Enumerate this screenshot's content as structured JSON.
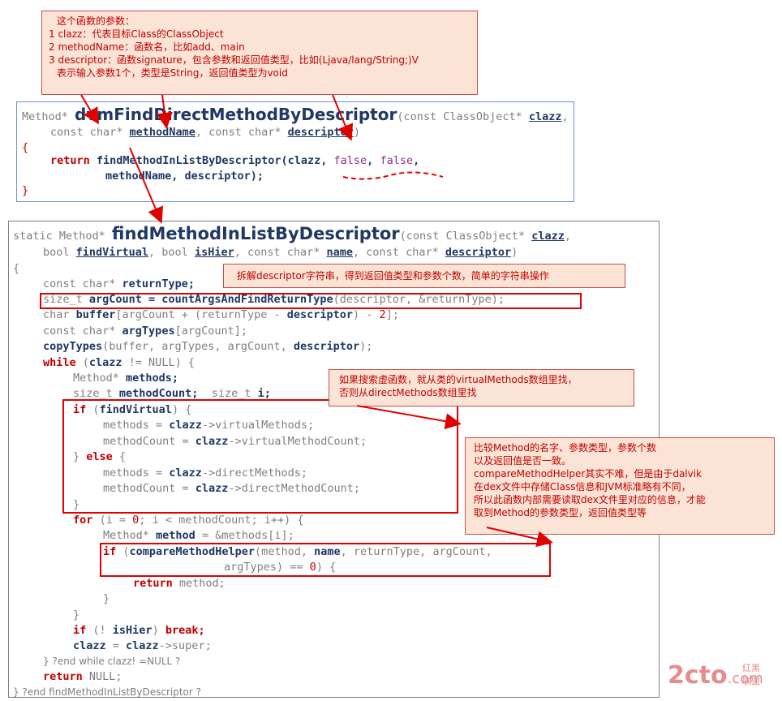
{
  "notes": {
    "params": {
      "title": "这个函数的参数：",
      "l1": "1 clazz：代表目标Class的ClassObject",
      "l2": "2 methodName：函数名，比如add、main",
      "l3": "3 descriptor：函数signature，包含参数和返回值类型，比如(Ljava/lang/String;)V",
      "l4": "表示输入参数1个，类型是String，返回值类型为void"
    },
    "parse": "拆解descriptor字符串，得到返回值类型和参数个数，简单的字符串操作",
    "virtual": {
      "l1": "如果搜索虚函数，就从类的virtualMethods数组里找，",
      "l2": "否则从directMethods数组里找"
    },
    "compare": {
      "l1": "比较Method的名字、参数类型，参数个数",
      "l2": "以及返回值是否一致。",
      "l3": "compareMethodHelper其实不难，但是由于dalvik",
      "l4": "在dex文件中存储Class信息和JVM标准略有不同，",
      "l5": "所以此函数内部需要读取dex文件里对应的信息，才能",
      "l6": "取到Method的参数类型，返回值类型等"
    }
  },
  "code1": {
    "ret": "Method*",
    "fname": "dvmFindDirectMethodByDescriptor",
    "sig1a": "(const ClassObject* ",
    "clazz": "clazz",
    "comma": ",",
    "sig2a": "const char* ",
    "methodName": "methodName",
    "sig2b": ", const char* ",
    "descriptor": "descriptor",
    "close": ")",
    "open_brace": "{",
    "ret_kw": "return",
    "call": "findMethodInListByDescriptor",
    "call_args1": "(clazz, ",
    "false1": "false",
    "false2": "false",
    "call_args2": "methodName, descriptor);",
    "close_brace": "}"
  },
  "code2": {
    "l1_pre": "static Method* ",
    "fname": "findMethodInListByDescriptor",
    "l1_post": "(const ClassObject* ",
    "clazz": "clazz",
    "l2_a": "bool ",
    "findVirtual": "findVirtual",
    "l2_b": ", bool ",
    "isHier": "isHier",
    "l2_c": ", const char* ",
    "name": "name",
    "l2_d": ", const char* ",
    "descriptor": "descriptor",
    "l2_e": ")",
    "brace_open": "{",
    "l3": "const char* ",
    "returnType": "returnType;",
    "l4_a": "size_t ",
    "l4_b": "argCount = countArgsAndFindReturnType",
    "l4_c": "(descriptor, &returnType);",
    "l5_a": "char ",
    "l5_b": "buffer",
    "l5_c": "[argCount + (returnType - ",
    "l5_d": "descriptor",
    "l5_e": ") - ",
    "l5_n": "2",
    "l5_f": "];",
    "l6_a": "const char* ",
    "l6_b": "argTypes",
    "l6_c": "[argCount];",
    "l7_a": "copyTypes",
    "l7_b": "(buffer, argTypes, argCount, ",
    "l7_c": "descriptor",
    "l7_d": ");",
    "l8_a": "while",
    "l8_b": " (",
    "l8_c": "clazz",
    "l8_d": " != NULL) {",
    "l9_a": "Method* ",
    "l9_b": "methods;",
    "l10_a": "size_t ",
    "l10_b": "methodCount;",
    "l10_c": "  size_t ",
    "l10_d": "i;",
    "l11_a": "if",
    "l11_b": " (",
    "l11_c": "findVirtual",
    "l11_d": ") {",
    "l12_a": "methods = ",
    "l12_b": "clazz",
    "l12_c": "->virtualMethods;",
    "l13_a": "methodCount = ",
    "l13_b": "clazz",
    "l13_c": "->virtualMethodCount;",
    "l14_a": "} ",
    "l14_b": "else",
    "l14_c": " {",
    "l15_a": "methods = ",
    "l15_b": "clazz",
    "l15_c": "->directMethods;",
    "l16_a": "methodCount = ",
    "l16_b": "clazz",
    "l16_c": "->directMethodCount;",
    "l17": "}",
    "l18_a": "for",
    "l18_b": " (i = ",
    "l18_n": "0",
    "l18_c": "; i < methodCount; i++) {",
    "l19_a": "Method* ",
    "l19_b": "method",
    "l19_c": " = &methods[i];",
    "l20_a": "if",
    "l20_b": " (",
    "l20_c": "compareMethodHelper",
    "l20_d": "(method, ",
    "l20_e": "name",
    "l20_f": ", returnType, argCount,",
    "l21_a": "argTypes) == ",
    "l21_n": "0",
    "l21_b": ") {",
    "l22_a": "return",
    "l22_b": " method;",
    "l23": "}",
    "l24": "}",
    "l25_a": "if",
    "l25_b": " (! ",
    "l25_c": "isHier",
    "l25_d": ") ",
    "l25_e": "break;",
    "l26_a": "clazz",
    "l26_b": " = ",
    "l26_c": "clazz",
    "l26_d": "->super;",
    "l27": "} ?end while clazz! =NULL ?",
    "l28_a": "return",
    "l28_b": " NULL;",
    "l29": "} ?end findMethodInListByDescriptor ?"
  },
  "watermark": {
    "logo": "2cto",
    "dot": ".com",
    "cn": "红黑联盟"
  }
}
